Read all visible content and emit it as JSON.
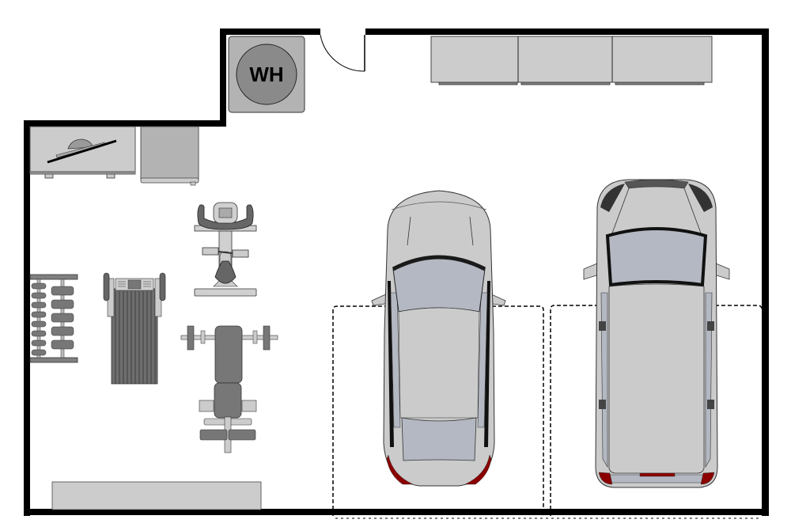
{
  "diagram": {
    "type": "garage floor plan",
    "colors": {
      "wall": "#000000",
      "fixture_fill": "#cccccc",
      "fixture_dark": "#808080",
      "equipment_dark": "#7a7a7a",
      "car_body": "#cbcbcb",
      "car_glass": "#b3b8c2",
      "tail_light": "#8b0000",
      "parking_outline": "#000000"
    },
    "water_heater": {
      "label": "WH"
    },
    "fixtures": [
      {
        "name": "water-heater",
        "label": "WH"
      },
      {
        "name": "entry-door"
      },
      {
        "name": "wall-cabinets",
        "count": 3
      },
      {
        "name": "workbench-with-saw"
      },
      {
        "name": "storage-cabinet"
      },
      {
        "name": "exercise-bike"
      },
      {
        "name": "dumbbell-rack"
      },
      {
        "name": "treadmill"
      },
      {
        "name": "weight-bench"
      },
      {
        "name": "shelf-bottom"
      },
      {
        "name": "sedan-car"
      },
      {
        "name": "suv-car"
      },
      {
        "name": "garage-door-bay-left"
      },
      {
        "name": "garage-door-bay-right"
      }
    ]
  }
}
